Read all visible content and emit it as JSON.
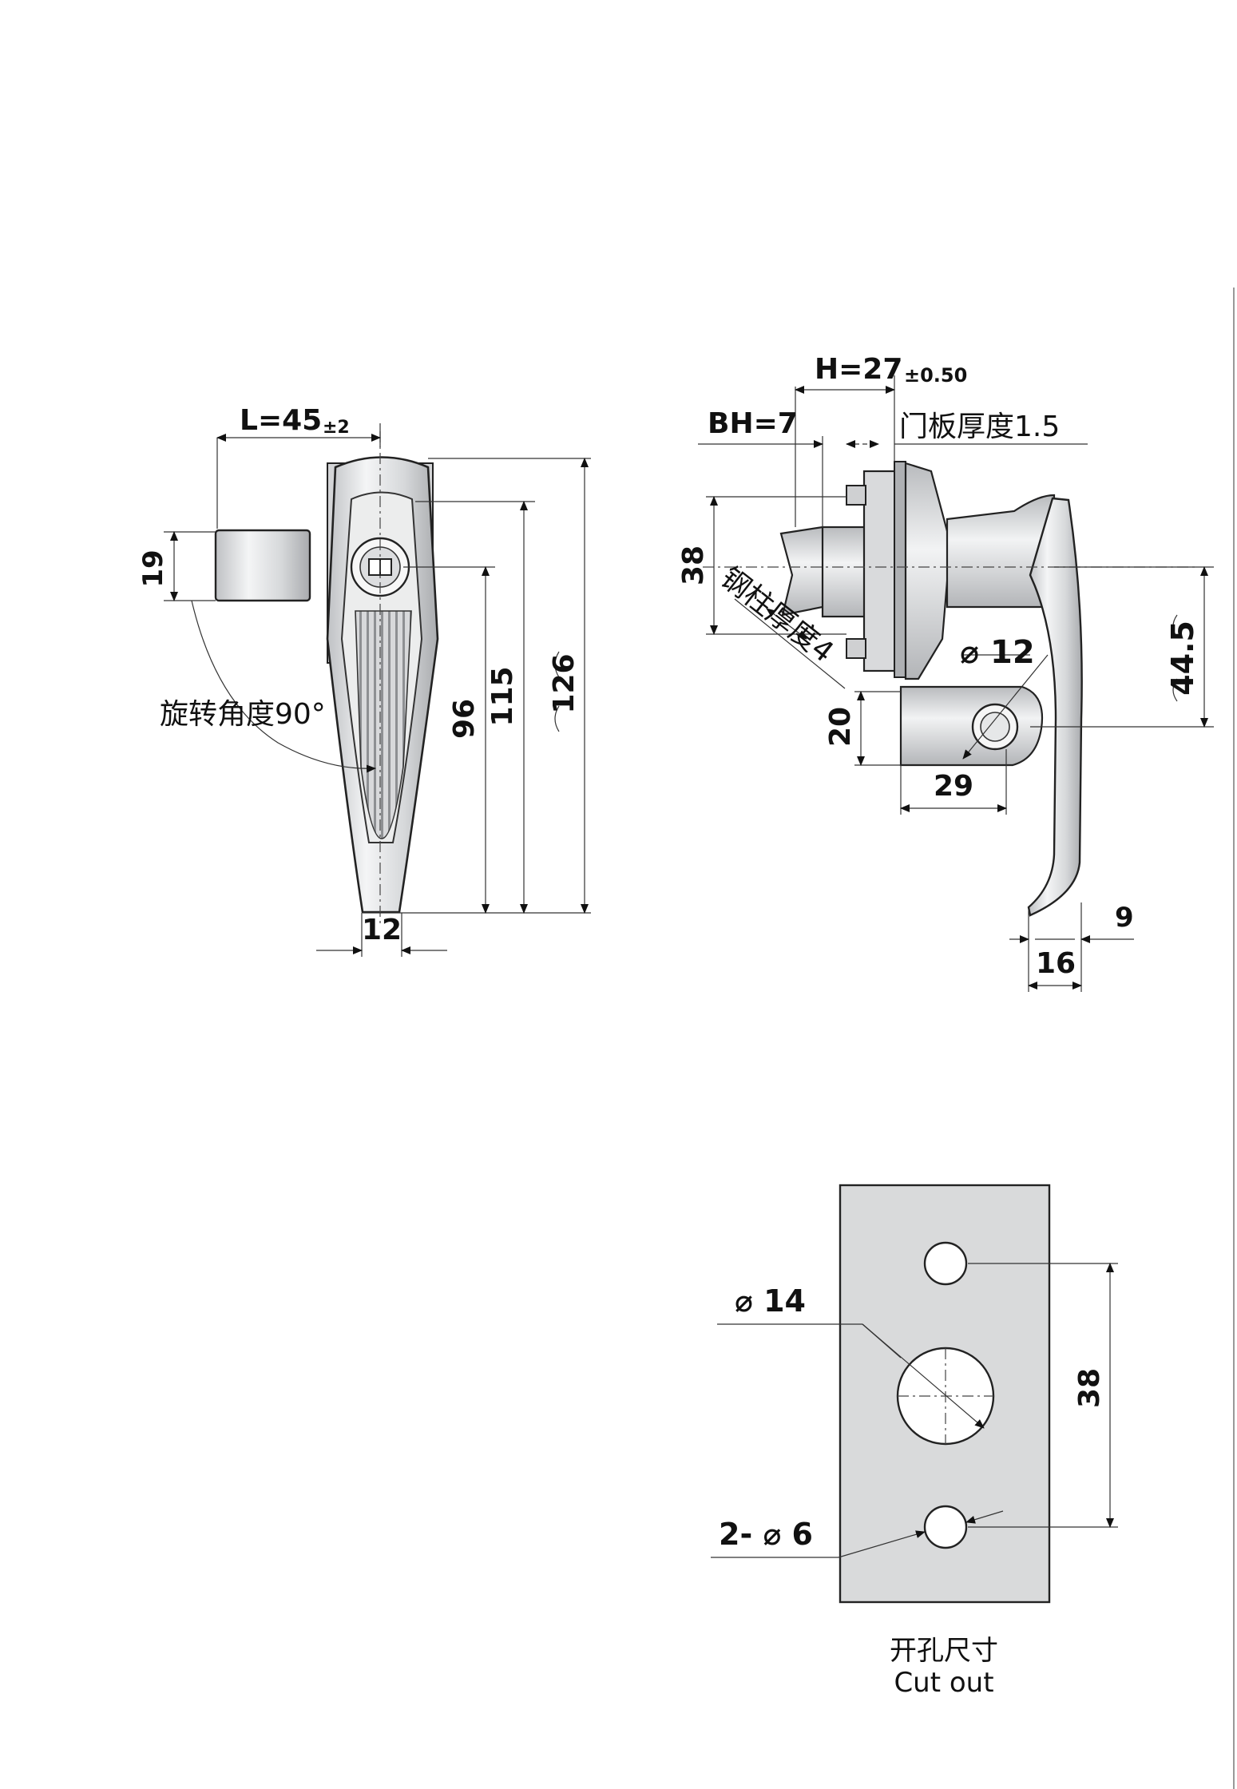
{
  "front_view": {
    "length_label": "L=45",
    "length_tol": "±2",
    "dim_19": "19",
    "rotation_label": "旋转角度90°",
    "dim_96": "96",
    "dim_115": "115",
    "dim_126": "126",
    "dim_12": "12"
  },
  "side_view": {
    "height_label": "H=27",
    "height_tol": "±0.50",
    "bh_label": "BH=7",
    "door_thickness": "门板厚度1.5",
    "dim_38": "38",
    "steel_thickness": "钢柱厚度4",
    "phi12": "⌀ 12",
    "dim_44_5": "44.5",
    "dim_20": "20",
    "dim_29": "29",
    "dim_9": "9",
    "dim_16": "16"
  },
  "cutout": {
    "phi14": "⌀ 14",
    "dim_38": "38",
    "holes": "2- ⌀ 6",
    "title_cn": "开孔尺寸",
    "title_en": "Cut out"
  }
}
